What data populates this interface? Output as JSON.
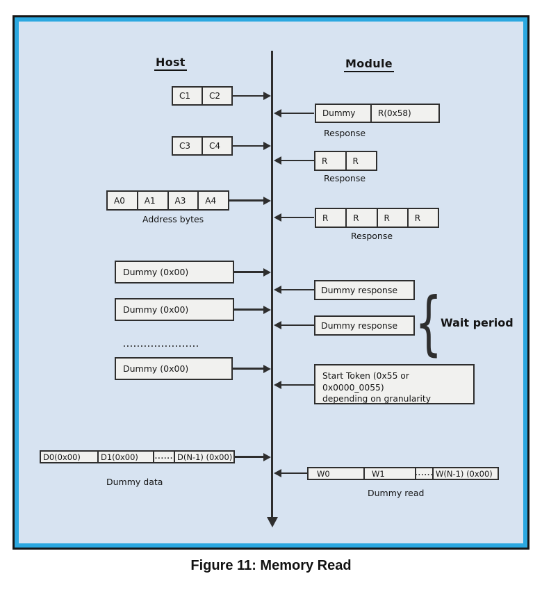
{
  "colors": {
    "frame_blue": "#2ba8e0",
    "canvas_bg": "#d7e3f1",
    "box_fill": "#f1f1ef",
    "line": "#2e2e2e"
  },
  "headings": {
    "host": "Host",
    "module": "Module"
  },
  "host": {
    "cmd1": {
      "cells": [
        "C1",
        "C2"
      ]
    },
    "cmd2": {
      "cells": [
        "C3",
        "C4"
      ]
    },
    "addr": {
      "cells": [
        "A0",
        "A1",
        "A3",
        "A4"
      ],
      "label": "Address bytes"
    },
    "dummy1": "Dummy (0x00)",
    "dummy2": "Dummy (0x00)",
    "ellipsis": "......................",
    "dummy3": "Dummy (0x00)",
    "data_row": {
      "cells": [
        "D0(0x00)",
        "D1(0x00)",
        "......",
        "D(N-1) (0x00)"
      ],
      "label": "Dummy data"
    }
  },
  "module": {
    "resp1": {
      "cells": [
        "Dummy",
        "R(0x58)"
      ],
      "label": "Response"
    },
    "resp2": {
      "cells": [
        "R",
        "R"
      ],
      "label": "Response"
    },
    "resp3": {
      "cells": [
        "R",
        "R",
        "R",
        "R"
      ],
      "label": "Response"
    },
    "dummy_resp1": "Dummy response",
    "dummy_resp2": "Dummy response",
    "wait_brace": "{",
    "wait_label": "Wait period",
    "start_token_line1": "Start Token (0x55 or 0x0000_0055)",
    "start_token_line2": "depending on granularity",
    "read_row": {
      "cells": [
        "W0",
        "W1",
        "......",
        "W(N-1) (0x00)"
      ],
      "label": "Dummy read"
    }
  },
  "caption": "Figure 11: Memory Read"
}
